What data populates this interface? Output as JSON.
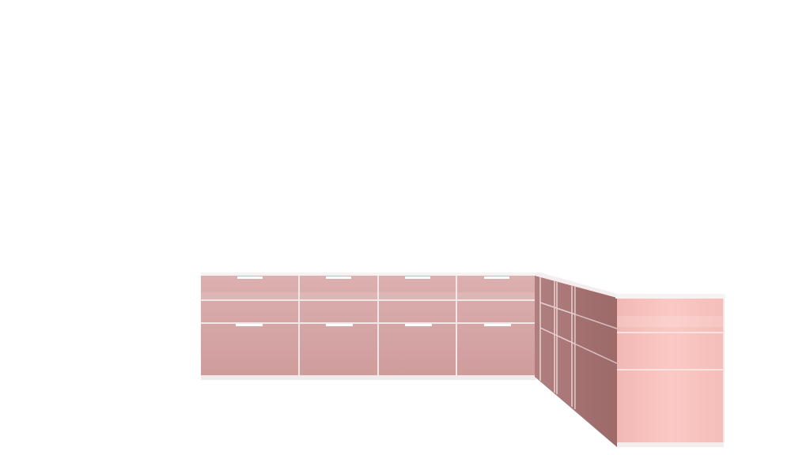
{
  "scene": {
    "subject": "kitchen-base-cabinets",
    "background_color": "#ffffff",
    "colors": {
      "front": "#d6a3a3",
      "front_light": "#deb0b0",
      "side_shadow": "#b88383",
      "side_dark": "#a77373",
      "end_panel": "#f6bfbb",
      "end_panel_light": "#fccac6",
      "trim": "#f7f3f3",
      "handle": "#ffffff",
      "seam": "#efe1e1"
    },
    "front_run": {
      "cabinet_count": 4,
      "rows": [
        "top-drawer",
        "middle-drawer",
        "bottom-drawer"
      ]
    },
    "corner_run": {
      "cabinet_count": 3
    },
    "end_cabinet": {
      "rows": [
        "top-drawer",
        "middle-drawer",
        "bottom-drawer"
      ]
    }
  }
}
